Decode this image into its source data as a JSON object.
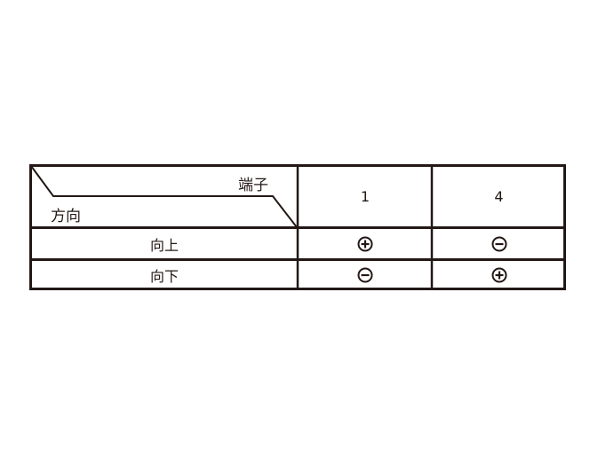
{
  "table": {
    "header_corner": {
      "column_axis_label": "端子",
      "row_axis_label": "方向"
    },
    "columns": [
      "1",
      "4"
    ],
    "rows": [
      {
        "label": "向上",
        "values": [
          "plus",
          "minus"
        ]
      },
      {
        "label": "向下",
        "values": [
          "minus",
          "plus"
        ]
      }
    ],
    "symbols": {
      "plus": "circled-plus-icon",
      "minus": "circled-minus-icon"
    },
    "line_color": "#231815"
  }
}
